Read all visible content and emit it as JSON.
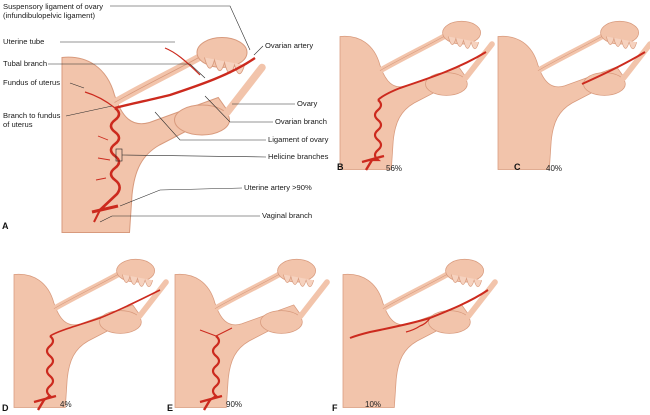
{
  "colors": {
    "tissue": "#f2c4ab",
    "tissue_edge": "#d89a7d",
    "artery": "#cc2a1e",
    "artery_dark": "#8e1a12"
  },
  "labels": {
    "suspensory_1": "Suspensory ligament of ovary",
    "suspensory_2": "(infundibulopelvic ligament)",
    "uterine_tube": "Uterine tube",
    "ovarian_artery": "Ovarian artery",
    "tubal_branch": "Tubal branch",
    "fundus_of_uterus": "Fundus of uterus",
    "ovary": "Ovary",
    "branch_fundus_1": "Branch to fundus",
    "branch_fundus_2": "of uterus",
    "ovarian_branch": "Ovarian branch",
    "ligament_of_ovary": "Ligament of ovary",
    "helicine_branches": "Helicine branches",
    "uterine_artery": "Uterine artery >90%",
    "vaginal_branch": "Vaginal branch"
  },
  "panels": {
    "A": {
      "letter": "A"
    },
    "B": {
      "letter": "B",
      "percent": "56%"
    },
    "C": {
      "letter": "C",
      "percent": "40%"
    },
    "D": {
      "letter": "D",
      "percent": "4%"
    },
    "E": {
      "letter": "E",
      "percent": "90%"
    },
    "F": {
      "letter": "F",
      "percent": "10%"
    }
  }
}
